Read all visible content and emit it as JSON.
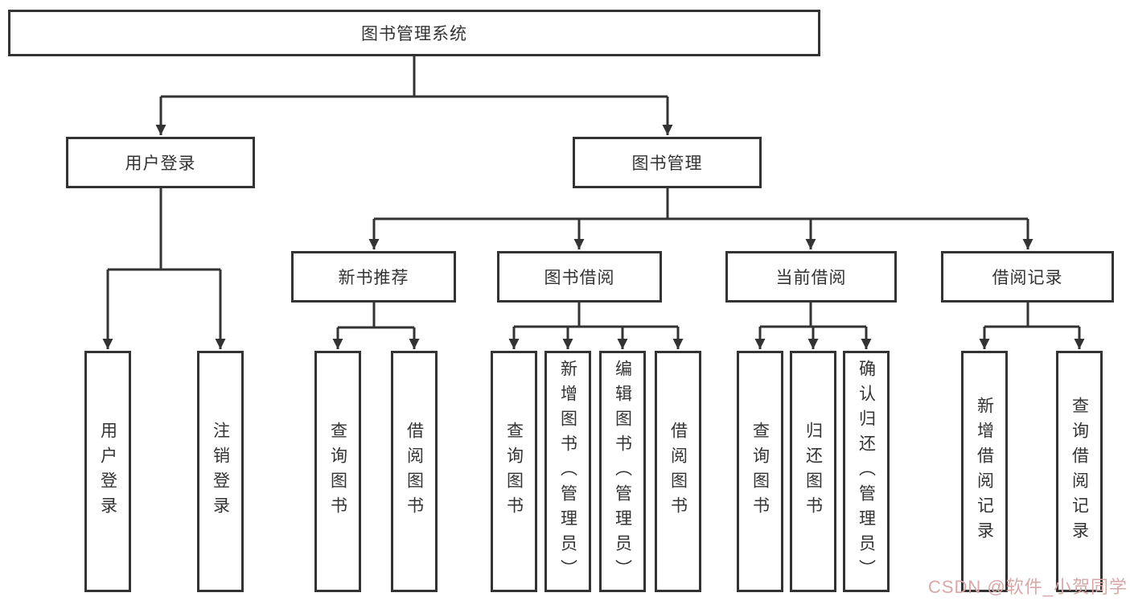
{
  "diagram": {
    "root": {
      "label": "图书管理系统"
    },
    "level2": [
      {
        "label": "用户登录"
      },
      {
        "label": "图书管理"
      }
    ],
    "level3": [
      {
        "label": "新书推荐"
      },
      {
        "label": "图书借阅"
      },
      {
        "label": "当前借阅"
      },
      {
        "label": "借阅记录"
      }
    ],
    "leaves": [
      {
        "label": "用户登录",
        "parent": "用户登录"
      },
      {
        "label": "注销登录",
        "parent": "用户登录"
      },
      {
        "label": "查询图书",
        "parent": "新书推荐"
      },
      {
        "label": "借阅图书",
        "parent": "新书推荐"
      },
      {
        "label": "查询图书",
        "parent": "图书借阅"
      },
      {
        "label": "新增图书（管理员）",
        "parent": "图书借阅"
      },
      {
        "label": "编辑图书（管理员）",
        "parent": "图书借阅"
      },
      {
        "label": "借阅图书",
        "parent": "图书借阅"
      },
      {
        "label": "查询图书",
        "parent": "当前借阅"
      },
      {
        "label": "归还图书",
        "parent": "当前借阅"
      },
      {
        "label": "确认归还（管理员）",
        "parent": "当前借阅"
      },
      {
        "label": "新增借阅记录",
        "parent": "借阅记录"
      },
      {
        "label": "查询借阅记录",
        "parent": "借阅记录"
      }
    ]
  },
  "watermark": {
    "text": "CSDN @软件_小贺同学",
    "color": "#d9a7a7"
  },
  "colors": {
    "line": "#333333",
    "text": "#333333",
    "background": "#ffffff"
  }
}
